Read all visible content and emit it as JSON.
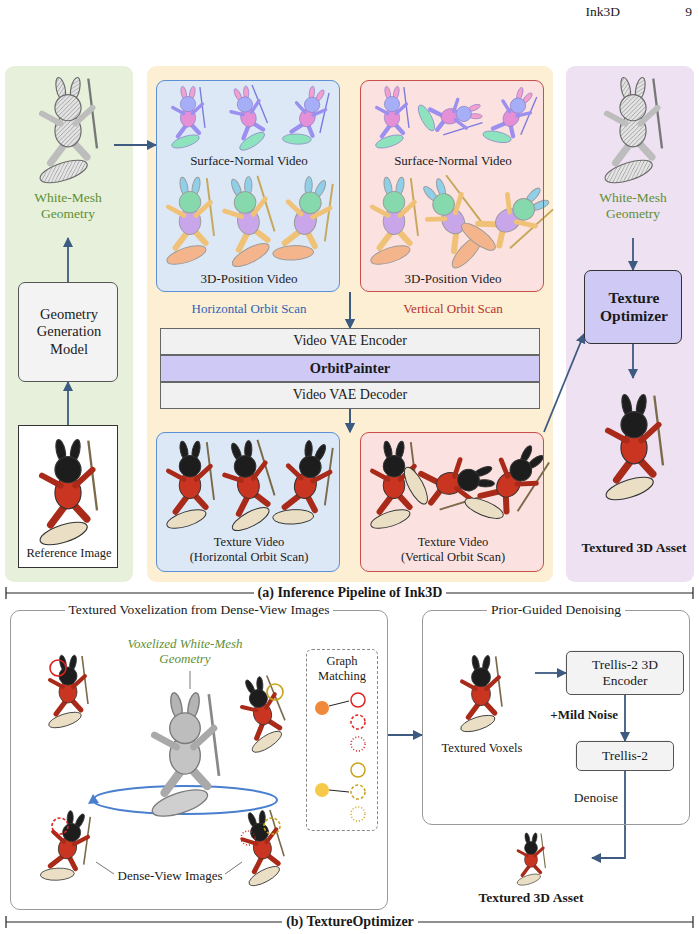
{
  "diagram": {
    "nodes": [
      {
        "text": [
          "White-Mesh Geometry"
        ]
      },
      {
        "text": [
          "Geometry Generation Model"
        ]
      },
      {
        "text": [
          "Reference Image"
        ]
      },
      {
        "text": [
          "Surface-Normal Video",
          "3D-Position Video",
          "Horizontal Orbit Scan"
        ]
      },
      {
        "text": [
          "Surface-Normal Video",
          "3D-Position Video",
          "Vertical Orbit Scan"
        ]
      },
      {
        "text": [
          "Video VAE Encoder"
        ]
      },
      {
        "text": [
          "OrbitPainter"
        ]
      },
      {
        "text": [
          "Video VAE Decoder"
        ]
      },
      {
        "text": [
          "Texture Video (Horizontal Orbit Scan)"
        ]
      },
      {
        "text": [
          "Texture Video (Vertical Orbit Scan)"
        ]
      },
      {
        "text": [
          "White-Mesh Geometry"
        ]
      },
      {
        "text": [
          "Texture Optimizer"
        ]
      },
      {
        "text": [
          "Textured 3D Asset"
        ]
      },
      {
        "text": [
          "Textured Voxelization from Dense-View Images"
        ]
      },
      {
        "text": [
          "Graph Matching"
        ],
        "in": 13
      },
      {
        "text": [
          "Prior-Guided Denoising"
        ]
      },
      {
        "text": [
          "Textured Voxels"
        ],
        "in": 15
      },
      {
        "text": [
          "Trellis-2 3D Encoder"
        ],
        "in": 15
      },
      {
        "text": [
          "Trellis-2"
        ],
        "in": 15
      },
      {
        "text": [
          "Textured 3D Asset"
        ]
      }
    ],
    "edges": [
      {
        "from": 1,
        "to": 0,
        "arrow": "to"
      },
      {
        "from": 2,
        "to": 1,
        "arrow": "to"
      },
      {
        "from": 0,
        "to": 3,
        "arrow": "to"
      },
      {
        "from": 3,
        "to": 5,
        "arrow": "to"
      },
      {
        "from": 4,
        "to": 5,
        "arrow": "to"
      },
      {
        "from": 7,
        "to": 8,
        "arrow": "to"
      },
      {
        "from": 7,
        "to": 9,
        "arrow": "to"
      },
      {
        "from": 9,
        "to": 11,
        "arrow": "to"
      },
      {
        "from": 10,
        "to": 11,
        "arrow": "to"
      },
      {
        "from": 11,
        "to": 12,
        "arrow": "to"
      },
      {
        "from": 13,
        "to": 15,
        "arrow": "to"
      },
      {
        "from": 16,
        "to": 17,
        "arrow": "to"
      },
      {
        "from": 17,
        "to": 18,
        "label": "+Mild Noise",
        "arrow": "to"
      },
      {
        "from": 18,
        "to": 19,
        "label": "Denoise",
        "arrow": "to"
      }
    ],
    "labels": [
      "Ink3D",
      "9",
      "(a) Inference Pipeline of Ink3D",
      "Voxelized White-Mesh Geometry",
      "Dense-View Images",
      "(b) TextureOptimizer"
    ]
  }
}
